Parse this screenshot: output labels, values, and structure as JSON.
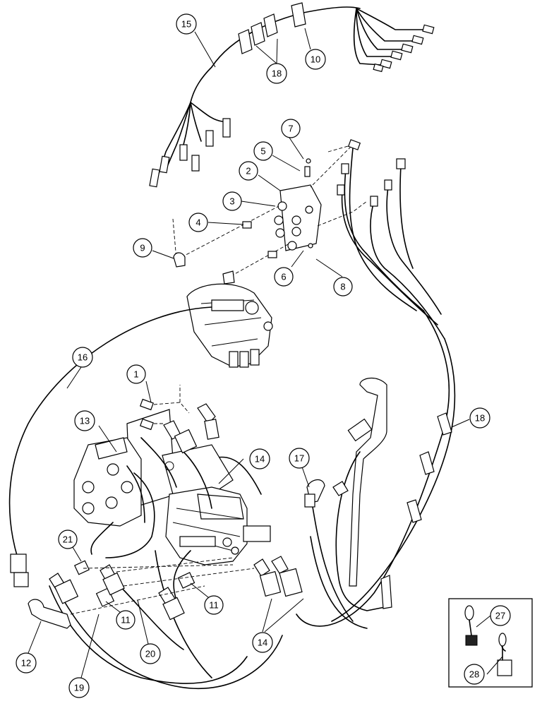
{
  "callouts": [
    {
      "label": "1"
    },
    {
      "label": "2"
    },
    {
      "label": "3"
    },
    {
      "label": "4"
    },
    {
      "label": "5"
    },
    {
      "label": "6"
    },
    {
      "label": "7"
    },
    {
      "label": "8"
    },
    {
      "label": "9"
    },
    {
      "label": "10"
    },
    {
      "label": "11"
    },
    {
      "label": "11"
    },
    {
      "label": "12"
    },
    {
      "label": "13"
    },
    {
      "label": "14"
    },
    {
      "label": "14"
    },
    {
      "label": "15"
    },
    {
      "label": "16"
    },
    {
      "label": "17"
    },
    {
      "label": "18"
    },
    {
      "label": "18"
    },
    {
      "label": "19"
    },
    {
      "label": "20"
    },
    {
      "label": "21"
    },
    {
      "label": "27"
    },
    {
      "label": "28"
    }
  ],
  "colors": {
    "ink": "#000000",
    "paper": "#ffffff"
  }
}
